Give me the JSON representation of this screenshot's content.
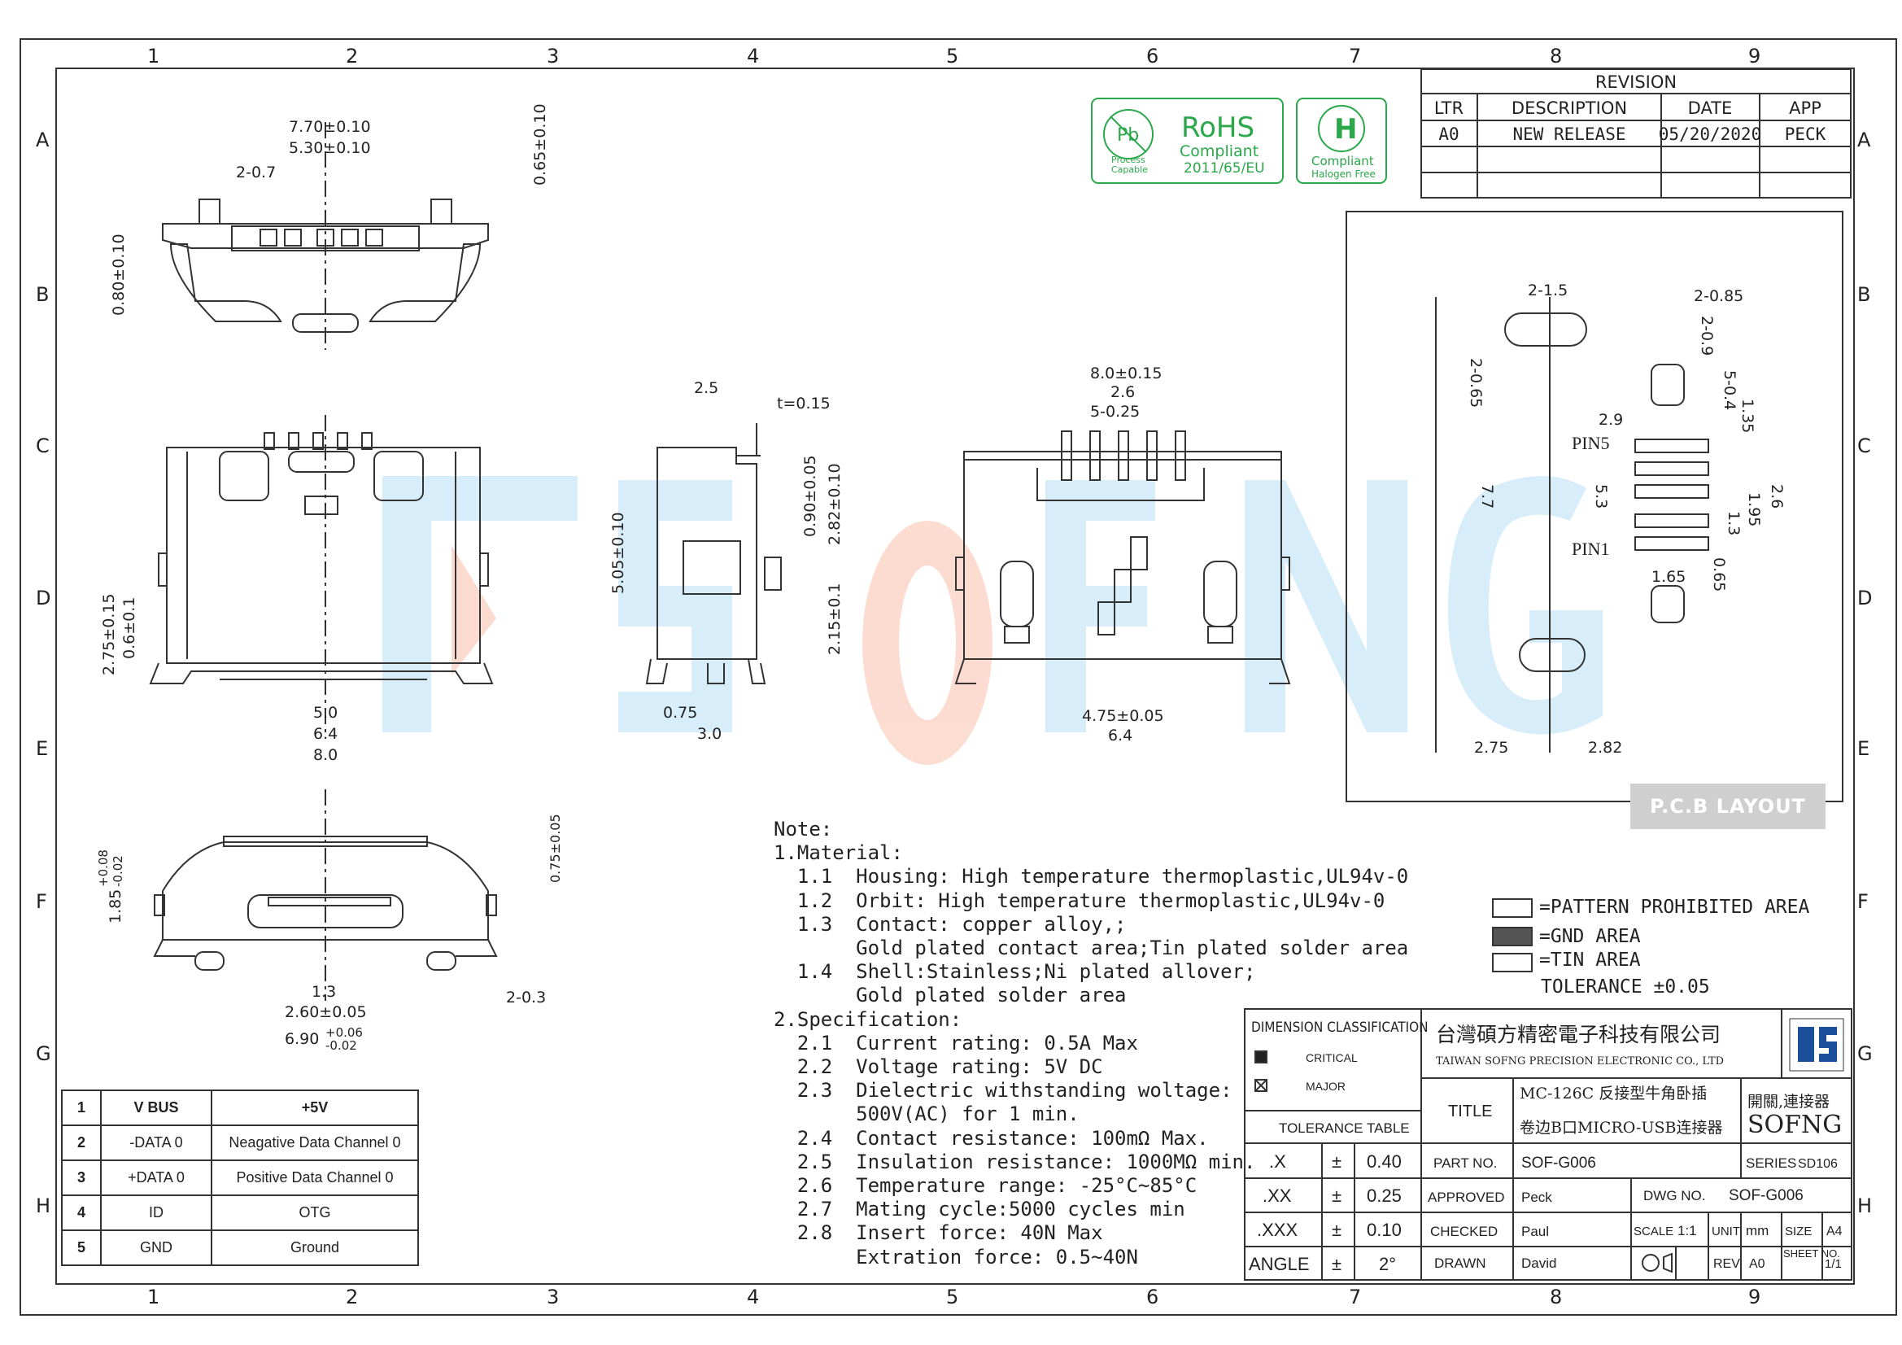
{
  "zones": {
    "columns": [
      "1",
      "2",
      "3",
      "4",
      "5",
      "6",
      "7",
      "8",
      "9"
    ],
    "rows": [
      "A",
      "B",
      "C",
      "D",
      "E",
      "F",
      "G",
      "H"
    ]
  },
  "watermark": {
    "text": "SOFNG",
    "colors": {
      "main": "#cfeaf8",
      "accent": "#fbd7c8"
    }
  },
  "certifications": [
    {
      "name": "pb-process-capable",
      "lines": [
        "Pb",
        "Process",
        "Capable"
      ]
    },
    {
      "name": "rohs-compliant",
      "lines": [
        "RoHS",
        "Compliant",
        "2011/65/EU"
      ]
    },
    {
      "name": "halogen-free",
      "lines": [
        "H",
        "Compliant",
        "Halogen Free"
      ]
    }
  ],
  "revision": {
    "title": "REVISION",
    "headers": [
      "LTR",
      "DESCRIPTION",
      "DATE",
      "APP"
    ],
    "row": [
      "A0",
      "NEW RELEASE",
      "05/20/2020",
      "PECK"
    ]
  },
  "dimensions": {
    "top_view": [
      "7.70±0.10",
      "5.30±0.10",
      "2-0.7",
      "0.65±0.10",
      "0.80±0.10"
    ],
    "front_view": [
      "2.75±0.15",
      "0.6±0.1",
      "5.0",
      "6.4",
      "8.0"
    ],
    "side_view": [
      "2.5",
      "t=0.15",
      "0.90±0.05",
      "2.82±0.10",
      "5.05±0.10",
      "2.15±0.1",
      "0.75",
      "3.0"
    ],
    "rear_view": [
      "8.0±0.15",
      "2.6",
      "5-0.25",
      "4.75±0.05",
      "6.4"
    ],
    "bottom_view": [
      "1.85",
      "+0.08",
      "-0.02",
      "0.75±0.05",
      "1.3",
      "2.60±0.05",
      "6.90",
      "+0.06",
      "-0.02",
      "2-0.3"
    ],
    "pcb_layout": [
      "2-1.5",
      "2-0.85",
      "2-0.9",
      "2-0.65",
      "5-0.4",
      "1.35",
      "2.9",
      "PIN5",
      "PIN1",
      "7.7",
      "5.3",
      "2.6",
      "1.95",
      "1.3",
      "0.65",
      "1.65",
      "2.75",
      "2.82"
    ]
  },
  "pcb_label": "P.C.B LAYOUT",
  "notes": [
    "Note:",
    "1.Material:",
    "  1.1  Housing: High temperature thermoplastic,UL94v-0",
    "  1.2  Orbit: High temperature thermoplastic,UL94v-0",
    "  1.3  Contact: copper alloy,;",
    "       Gold plated contact area;Tin plated solder area",
    "  1.4  Shell:Stainless;Ni plated allover;",
    "       Gold plated solder area",
    "2.Specification:",
    "  2.1  Current rating: 0.5A Max",
    "  2.2  Voltage rating: 5V DC",
    "  2.3  Dielectric withstanding woltage:",
    "       500V(AC) for 1 min.",
    "  2.4  Contact resistance: 100mΩ Max.",
    "  2.5  Insulation resistance: 1000MΩ min.",
    "  2.6  Temperature range: -25°C~85°C",
    "  2.7  Mating cycle:5000 cycles min",
    "  2.8  Insert force: 40N Max",
    "       Extration force: 0.5~40N"
  ],
  "legend": {
    "items": [
      "=PATTERN PROHIBITED AREA",
      "=GND AREA",
      "=TIN AREA"
    ],
    "tolerance": "TOLERANCE ±0.05"
  },
  "pin_table": [
    [
      "1",
      "V BUS",
      "+5V"
    ],
    [
      "2",
      "-DATA 0",
      "Neagative Data Channel 0"
    ],
    [
      "3",
      "+DATA 0",
      "Positive Data Channel 0"
    ],
    [
      "4",
      "ID",
      "OTG"
    ],
    [
      "5",
      "GND",
      "Ground"
    ]
  ],
  "title_block": {
    "dimension_classification": "DIMENSION CLASSIFICATION",
    "critical": "CRITICAL",
    "major": "MAJOR",
    "tolerance_table": "TOLERANCE TABLE",
    "tolerances": [
      [
        ".X",
        "±",
        "0.40"
      ],
      [
        ".XX",
        "±",
        "0.25"
      ],
      [
        ".XXX",
        "±",
        "0.10"
      ],
      [
        "ANGLE",
        "±",
        "2°"
      ]
    ],
    "company_cn": "台灣碩方精密電子科技有限公司",
    "company_en": "TAIWAN SOFNG PRECISION ELECTRONIC CO., LTD",
    "title_label": "TITLE",
    "title_line1": "MC-126C 反接型牛角卧插",
    "title_line2": "卷边B口MICRO-USB连接器",
    "logo_cn": "開關,連接器",
    "logo_en": "SOFNG",
    "part_no_label": "PART NO.",
    "part_no": "SOF-G006",
    "series_label": "SERIES",
    "series": "SD106",
    "approved_label": "APPROVED",
    "approved": "Peck",
    "dwg_no_label": "DWG NO.",
    "dwg_no": "SOF-G006",
    "checked_label": "CHECKED",
    "checked": "Paul",
    "scale_label": "SCALE",
    "scale": "1:1",
    "unit_label": "UNIT",
    "unit": "mm",
    "size_label": "SIZE",
    "size": "A4",
    "drawn_label": "DRAWN",
    "drawn": "David",
    "rev_label": "REV",
    "rev": "A0",
    "sheet_label": "SHEET NO.",
    "sheet": "1/1"
  }
}
